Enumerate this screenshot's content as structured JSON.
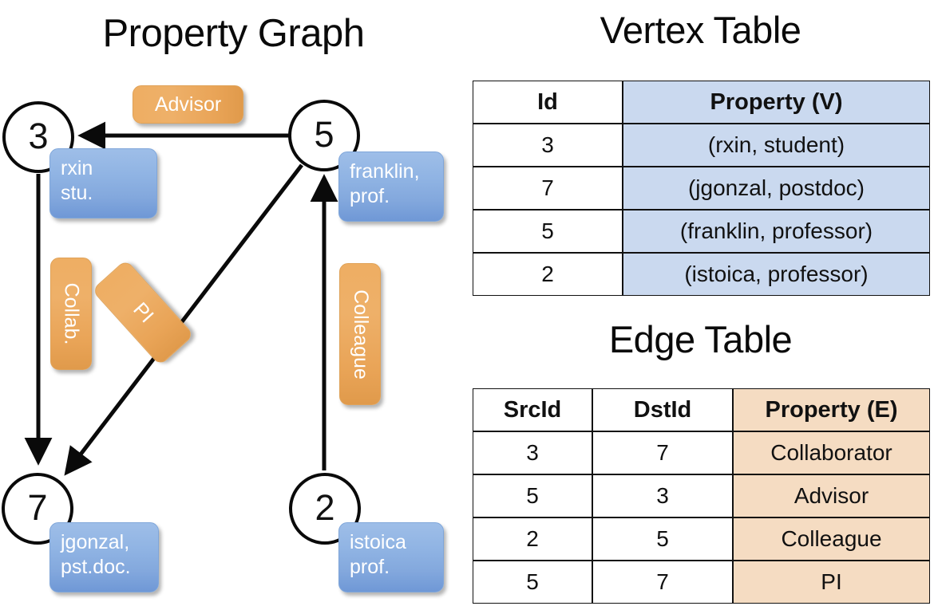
{
  "panels": {
    "graph_title": "Property Graph",
    "vertex_title": "Vertex Table",
    "edge_title": "Edge Table"
  },
  "graph": {
    "nodes": [
      {
        "id": "3",
        "label": "3",
        "property_lines": [
          "rxin",
          "stu."
        ]
      },
      {
        "id": "5",
        "label": "5",
        "property_lines": [
          "franklin,",
          "prof."
        ]
      },
      {
        "id": "7",
        "label": "7",
        "property_lines": [
          "jgonzal,",
          "pst.doc."
        ]
      },
      {
        "id": "2",
        "label": "2",
        "property_lines": [
          "istoica",
          "prof."
        ]
      }
    ],
    "property_boxes": [
      {
        "name": "rxin",
        "line1": "rxin",
        "line2": "stu."
      },
      {
        "name": "franklin",
        "line1": "franklin,",
        "line2": "prof."
      },
      {
        "name": "jgonzal",
        "line1": "jgonzal,",
        "line2": "pst.doc."
      },
      {
        "name": "istoica",
        "line1": "istoica",
        "line2": "prof."
      }
    ],
    "edge_labels": [
      {
        "name": "advisor",
        "text": "Advisor"
      },
      {
        "name": "collab",
        "text": "Collab."
      },
      {
        "name": "pi",
        "text": "PI"
      },
      {
        "name": "colleague",
        "text": "Colleague"
      }
    ],
    "edges": [
      {
        "from": "5",
        "to": "3",
        "label": "Advisor"
      },
      {
        "from": "3",
        "to": "7",
        "label": "Collab."
      },
      {
        "from": "5",
        "to": "7",
        "label": "PI"
      },
      {
        "from": "2",
        "to": "5",
        "label": "Colleague"
      }
    ]
  },
  "vertex_table": {
    "headers": [
      "Id",
      "Property (V)"
    ],
    "rows": [
      {
        "id": "3",
        "property": "(rxin, student)"
      },
      {
        "id": "7",
        "property": "(jgonzal, postdoc)"
      },
      {
        "id": "5",
        "property": "(franklin, professor)"
      },
      {
        "id": "2",
        "property": "(istoica, professor)"
      }
    ]
  },
  "edge_table": {
    "headers": [
      "SrcId",
      "DstId",
      "Property (E)"
    ],
    "rows": [
      {
        "src": "3",
        "dst": "7",
        "property": "Collaborator"
      },
      {
        "src": "5",
        "dst": "3",
        "property": "Advisor"
      },
      {
        "src": "2",
        "dst": "5",
        "property": "Colleague"
      },
      {
        "src": "5",
        "dst": "7",
        "property": "PI"
      }
    ]
  },
  "colors": {
    "vertex_property_fill": "#cad9ef",
    "edge_property_fill": "#f5dcc2",
    "node_box_blue": "#8fb3e3",
    "edge_label_orange": "#eeae63",
    "stroke": "#0a0a0a"
  }
}
